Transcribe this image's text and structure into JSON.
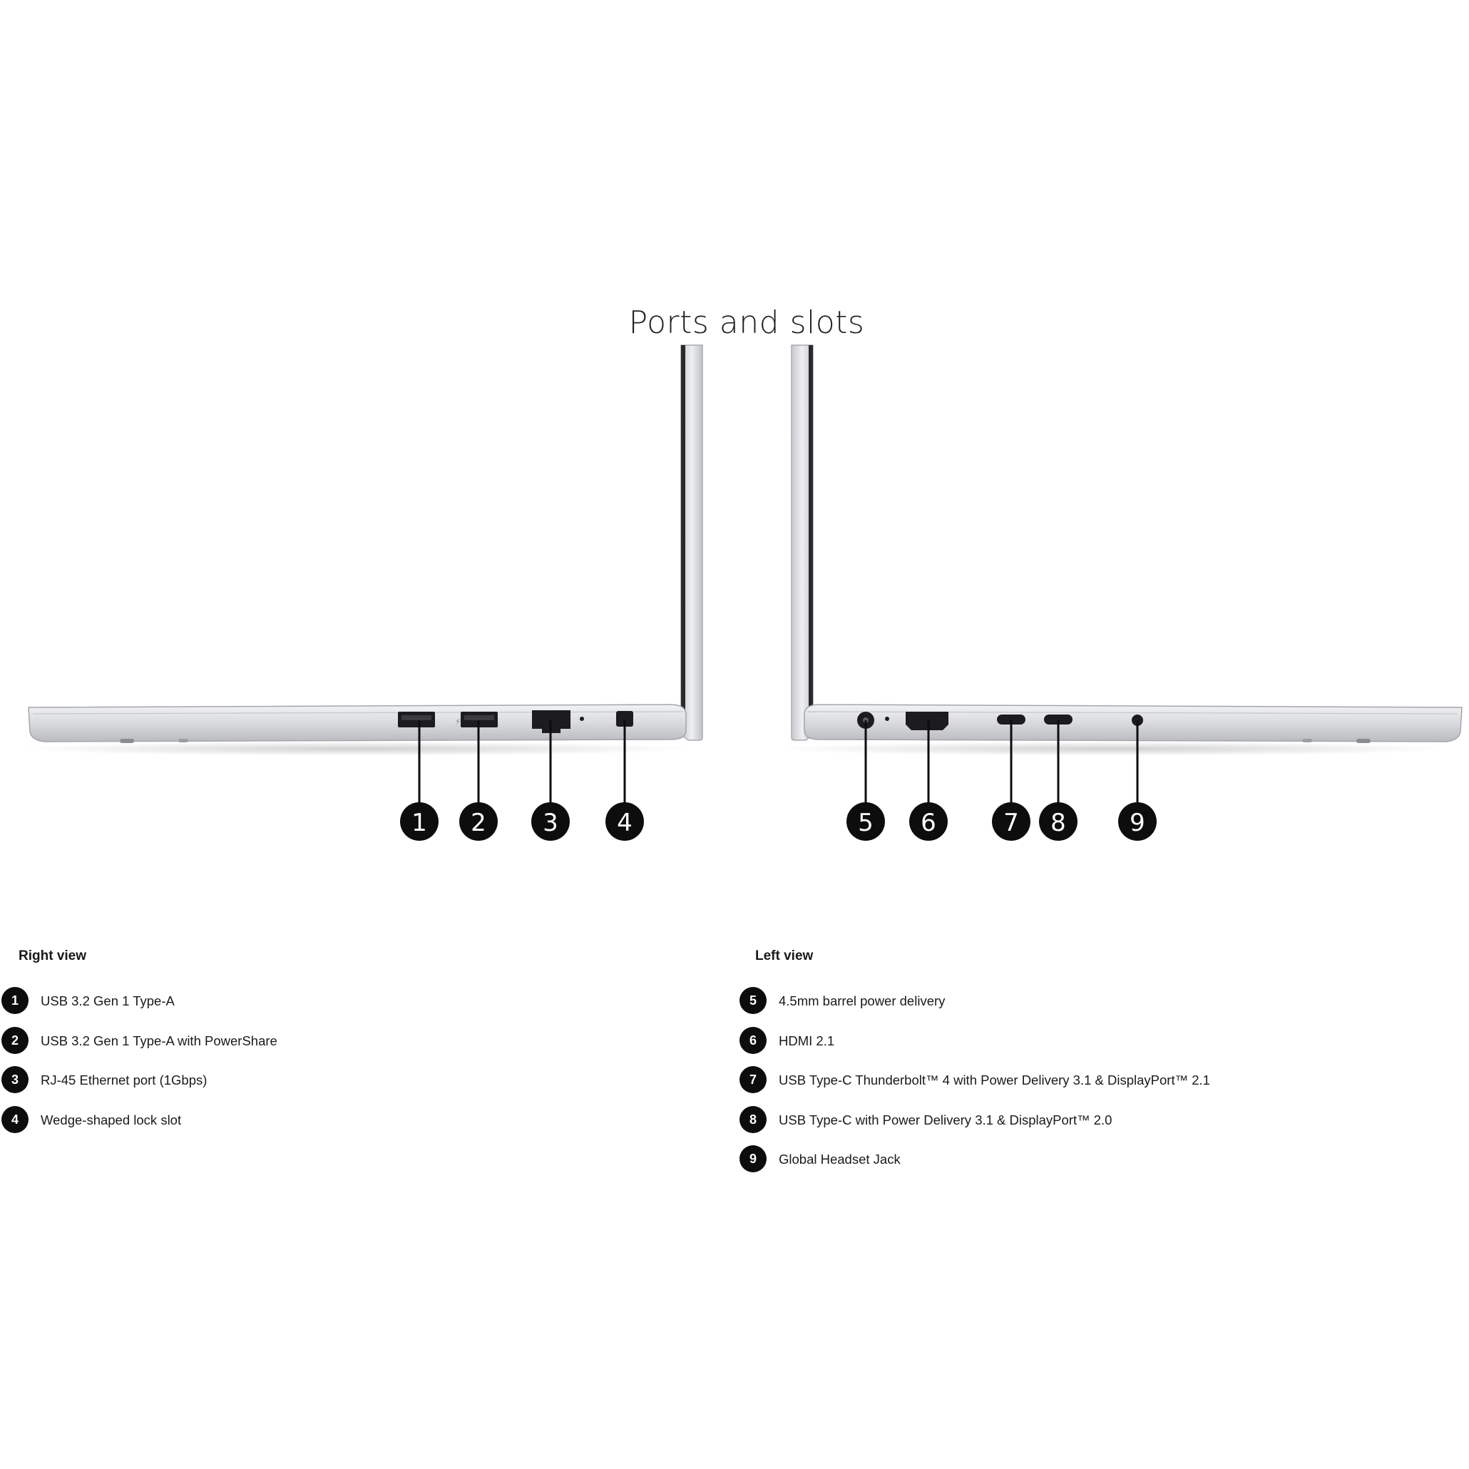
{
  "title": "Ports and slots",
  "callouts": [
    "1",
    "2",
    "3",
    "4",
    "5",
    "6",
    "7",
    "8",
    "9"
  ],
  "right_view": {
    "heading": "Right view",
    "items": [
      {
        "number": "1",
        "label": "USB 3.2 Gen 1 Type-A"
      },
      {
        "number": "2",
        "label": "USB 3.2 Gen 1 Type-A with PowerShare"
      },
      {
        "number": "3",
        "label": "RJ-45 Ethernet port (1Gbps)"
      },
      {
        "number": "4",
        "label": "Wedge-shaped lock slot"
      }
    ]
  },
  "left_view": {
    "heading": "Left view",
    "items": [
      {
        "number": "5",
        "label": "4.5mm barrel power delivery"
      },
      {
        "number": "6",
        "label": "HDMI 2.1"
      },
      {
        "number": "7",
        "label": "USB Type-C Thunderbolt™ 4 with Power Delivery 3.1 & DisplayPort™ 2.1"
      },
      {
        "number": "8",
        "label": "USB Type-C with Power Delivery 3.1 & DisplayPort™ 2.0"
      },
      {
        "number": "9",
        "label": "Global Headset Jack"
      }
    ]
  },
  "colors": {
    "callout_fill": "#0d0d0d",
    "chassis": "#dcdde0",
    "background": "#ffffff"
  }
}
